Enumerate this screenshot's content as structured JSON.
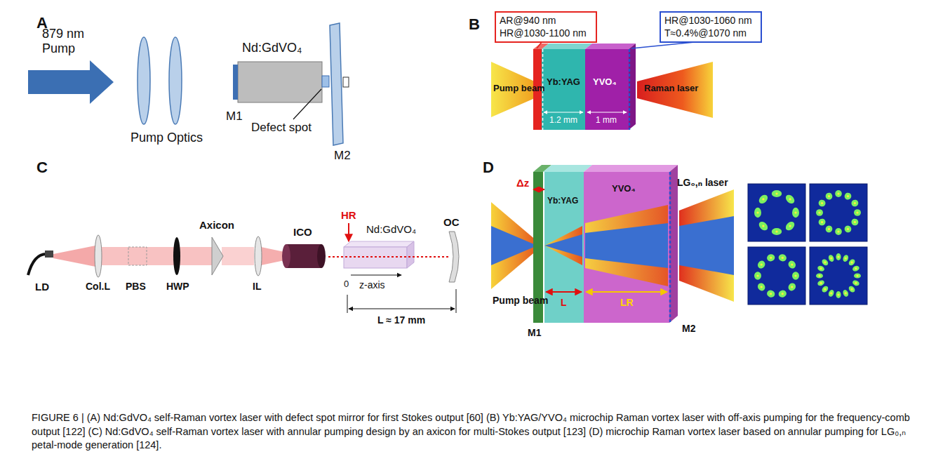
{
  "diagram": {
    "caption": "FIGURE 6 | (A) Nd:GdVO₄ self-Raman vortex laser with defect spot mirror for first Stokes output [60] (B) Yb:YAG/YVO₄ microchip Raman vortex laser with off-axis pumping for the frequency-comb output [122] (C) Nd:GdVO₄ self-Raman vortex laser with annular pumping design by an axicon for multi-Stokes output [123] (D) microchip Raman vortex laser based on annular pumping for LG₀,ₙ petal-mode generation [124].",
    "nodes": [
      {
        "text": [
          "AR@940 nm HR@1030-1100 nm"
        ]
      },
      {
        "text": [
          "HR@1030-1060 nm T≈0.4%@1070 nm"
        ]
      }
    ],
    "labels": [
      "A",
      "879 nm Pump",
      "Pump Optics",
      "Nd:GdVO₄",
      "M1",
      "Defect spot",
      "M2",
      "B",
      "Pump beam",
      "Yb:YAG",
      "YVO₄",
      "Raman laser",
      "1.2 mm",
      "1 mm",
      "C",
      "LD",
      "Col.L",
      "PBS",
      "HWP",
      "Axicon",
      "IL",
      "ICO",
      "HR",
      "Nd:GdVO₄",
      "0",
      "z-axis",
      "OC",
      "L ≈ 17 mm",
      "D",
      "Δz",
      "Pump beam",
      "Yb:YAG",
      "YVO₄",
      "M1",
      "L",
      "LR",
      "M2",
      "LG₀,ₙ laser"
    ]
  }
}
